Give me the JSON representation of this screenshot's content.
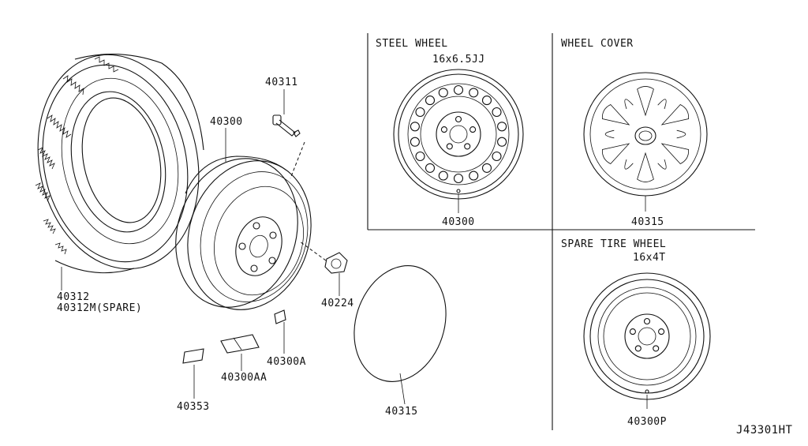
{
  "panels": {
    "steel_wheel": {
      "title": "STEEL WHEEL",
      "size": "16x6.5JJ",
      "part": "40300"
    },
    "wheel_cover": {
      "title": "WHEEL COVER",
      "part": "40315"
    },
    "spare_tire_wheel": {
      "title": "SPARE TIRE WHEEL",
      "size": "16x4T",
      "part": "40300P"
    }
  },
  "callouts": {
    "tire": "40312",
    "tire_spare": "40312M(SPARE)",
    "wheel": "40300",
    "valve": "40311",
    "nut": "40224",
    "cap": "40315",
    "weight_a": "40300A",
    "weight_aa": "40300AA",
    "weight_label": "40353"
  },
  "diagram_code": "J43301HT"
}
